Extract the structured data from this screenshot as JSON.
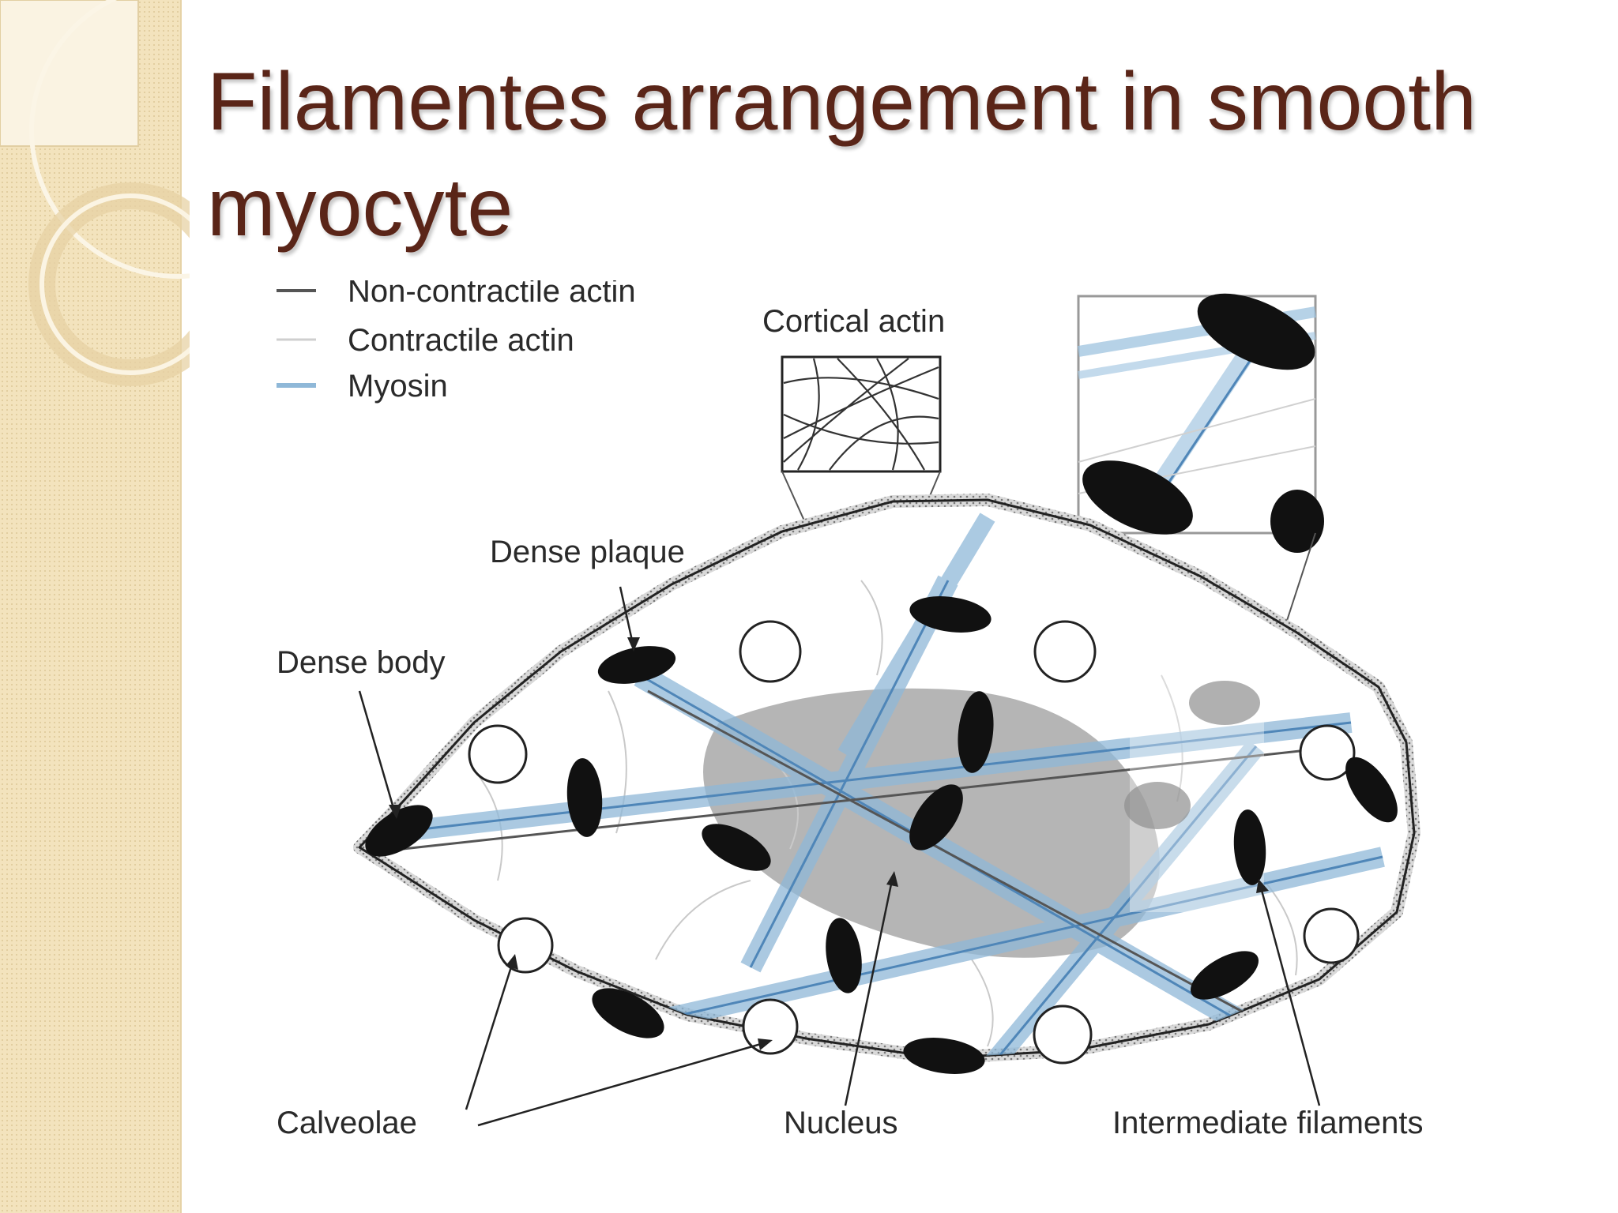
{
  "slide": {
    "title_line1": "Filamentes arrangement in smooth",
    "title_line2": "myocyte"
  },
  "legend": {
    "non_contractile": "Non-contractile actin",
    "contractile": "Contractile actin",
    "myosin": "Myosin"
  },
  "labels": {
    "cortical_actin": "Cortical actin",
    "dense_plaque": "Dense plaque",
    "dense_body": "Dense body",
    "calveolae": "Calveolae",
    "nucleus": "Nucleus",
    "intermediate_filaments": "Intermediate filaments"
  },
  "colors": {
    "title": "#5a2518",
    "myosin": "#8fb8d8",
    "dense_body": "#111111",
    "nucleus": "#a8a8a8",
    "side_panel": "#f3e3bd"
  }
}
